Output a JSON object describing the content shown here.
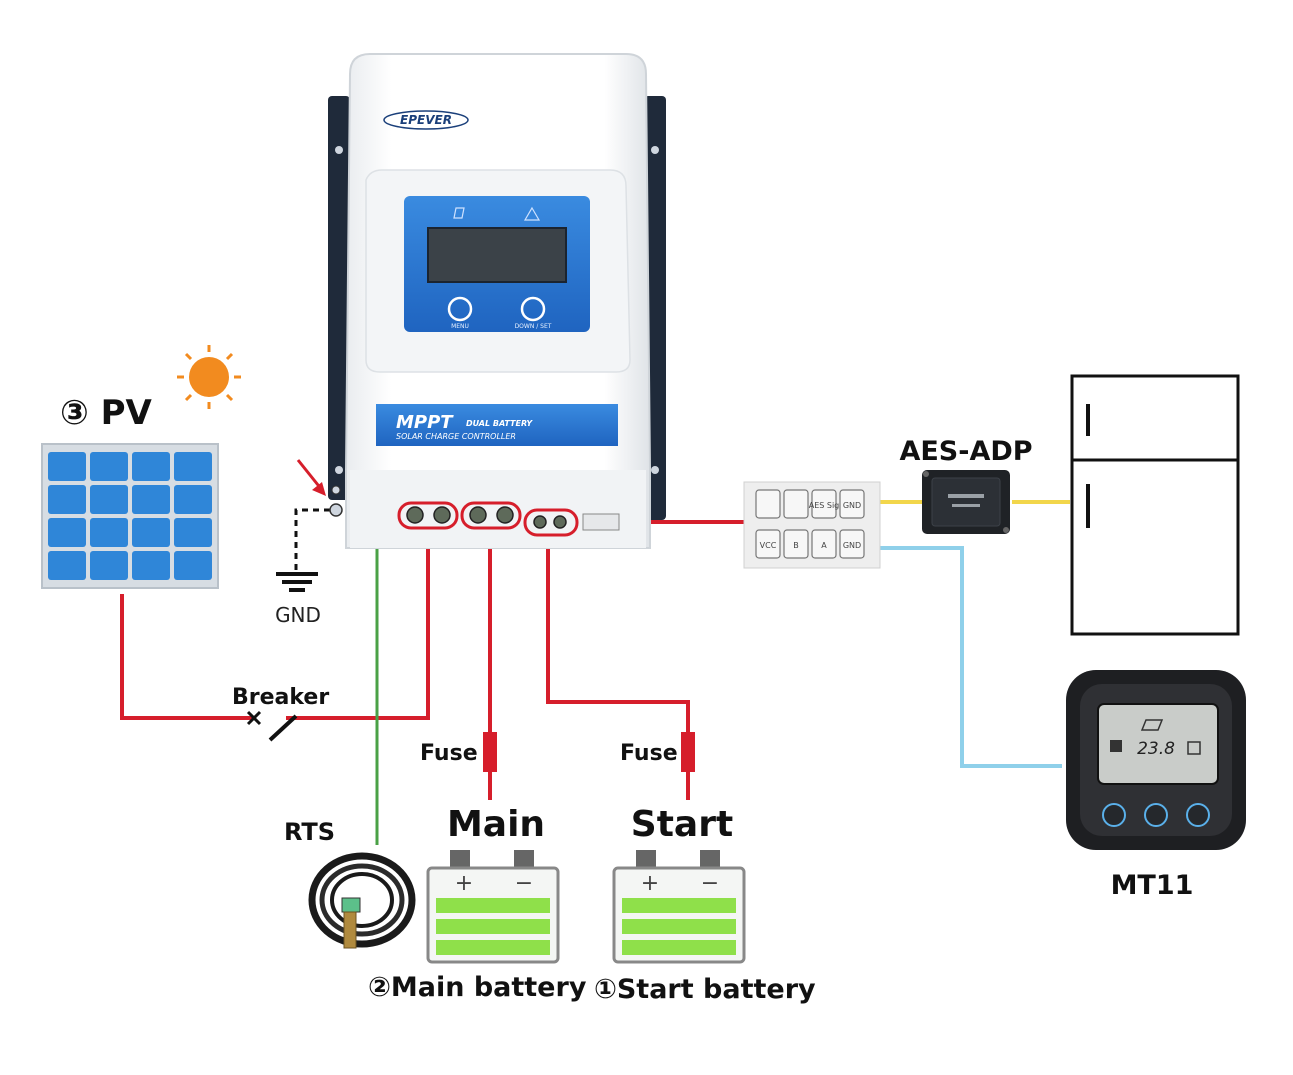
{
  "controller": {
    "brand": "EPEVER",
    "model_line": "MPPT",
    "model_sub": "DUAL BATTERY",
    "model_desc": "SOLAR CHARGE CONTROLLER",
    "button_left_label": "MENU",
    "button_right_label": "DOWN / SET"
  },
  "labels": {
    "pv": "③ PV",
    "gnd": "GND",
    "breaker": "Breaker",
    "rts": "RTS",
    "fuse_main": "Fuse",
    "fuse_start": "Fuse",
    "main": "Main",
    "start": "Start",
    "main_battery": "②Main battery",
    "start_battery": "①Start battery",
    "aes_adp": "AES-ADP",
    "mt11": "MT11"
  },
  "terminal_block": {
    "top": [
      "",
      "",
      "AES Sig",
      "GND"
    ],
    "bottom": [
      "VCC",
      "B",
      "A",
      "GND"
    ]
  },
  "mt11_display": {
    "value": "23.8"
  },
  "colors": {
    "wire_red": "#d61e2b",
    "wire_green": "#4aa146",
    "wire_blue": "#8fd0ea",
    "wire_yellow": "#f2d64b",
    "panel_blue": "#2f86d8",
    "battery_green": "#8fe04a",
    "sun_orange": "#f28b1f"
  },
  "icons": [
    "sun-icon",
    "solar-panel-icon",
    "ground-icon",
    "breaker-switch-icon",
    "fuse-icon",
    "battery-icon",
    "temperature-sensor-icon",
    "fridge-icon",
    "mt11-remote-meter-icon",
    "aes-adapter-icon"
  ]
}
